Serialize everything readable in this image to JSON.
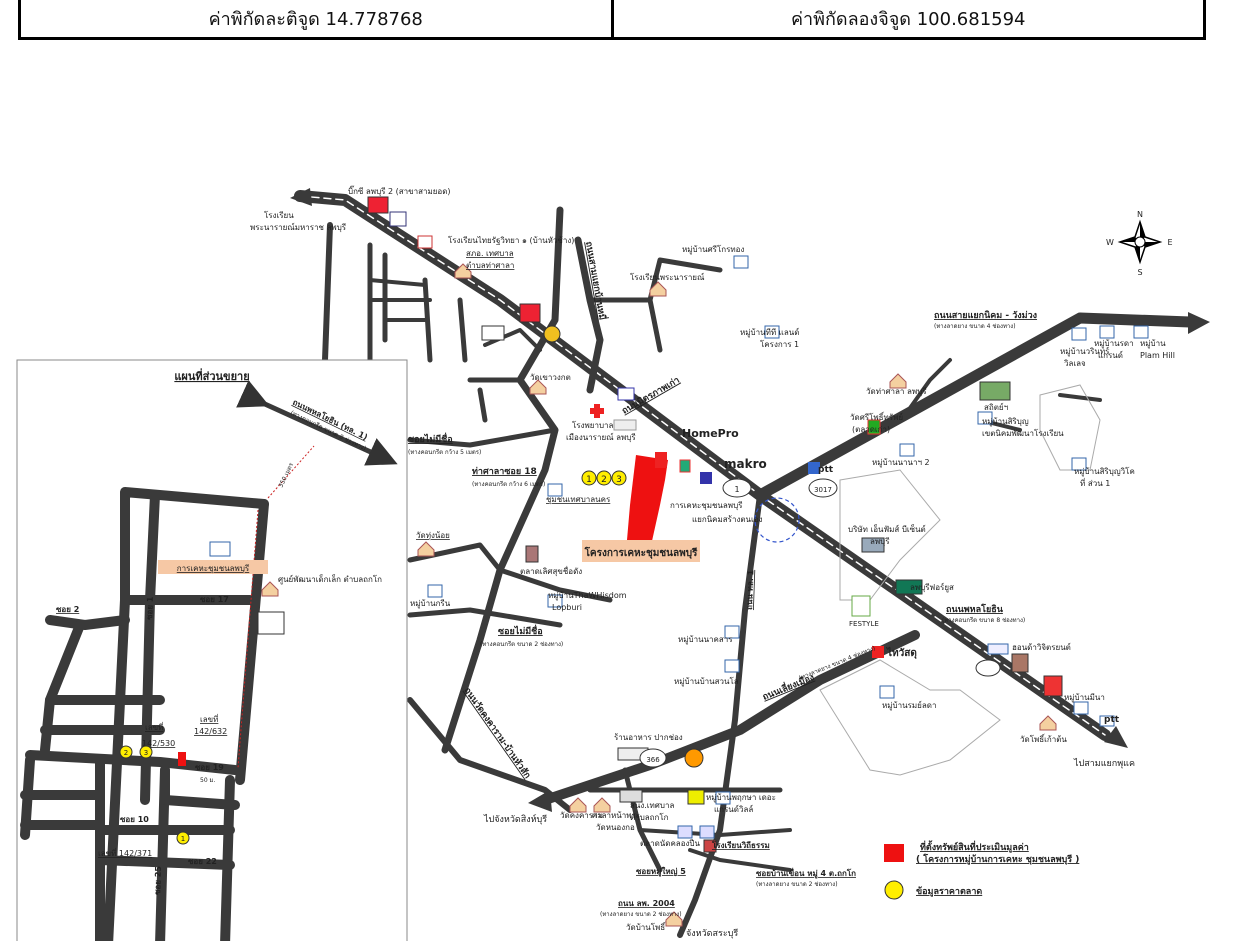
{
  "coords": {
    "lat": "ค่าพิกัดละติจูด 14.778768",
    "lon": "ค่าพิกัดลองจิจูด 100.681594"
  },
  "compass": {
    "n": "N",
    "s": "S",
    "e": "E",
    "w": "W"
  },
  "inset": {
    "title": "แผนที่ส่วนขยาย",
    "road_name": "ถนนพหลโยธิน (ทล. 1)",
    "road_sub": "(ทางคอนกรีต ขนาด 8 ช่องทาง)",
    "dist_long": "350 เมตร",
    "project": "การเคหะชุมชนลพบุรี",
    "center": "ศูนย์พัฒนาเด็กเล็ก ตำบลถกโก",
    "soi2": "ซอย 2",
    "soi1": "ซอย 1",
    "soi17": "ซอย 17",
    "soi19": "ซอย 19",
    "soi10": "ซอย 10",
    "soi22": "ซอย 22",
    "soi25": "ซอย 25",
    "no1": "เลขที่",
    "no1_val": "142/530",
    "no2": "เลขที่",
    "no2_val": "142/632",
    "no3": "เลขที่ 142/371",
    "dist_short": "50 ม."
  },
  "labels": {
    "bigc": "บิ๊กซี ลพบุรี 2 (สาขาสามยอด)",
    "school1": "โรงเรียน",
    "school1b": "พระนารายณ์มหาราช ลพบุรี",
    "school2": "โรงเรียนไทยรัฐวิทยา ๑ (บ้านหัวช้าง)",
    "police": "สภอ. เทศบาล",
    "police2": "ตำบลท่าศาลา",
    "school3": "โรงเรียนพระนารายณ์",
    "vill_sri": "หมู่บ้านศรีโกรทอง",
    "vill_tt": "หมู่บ้านทีที แลนด์",
    "vill_tt2": "โครงการ 1",
    "road_mithraphap": "ถนนมิตรภาพเก่า",
    "road_sakae": "ถนนสามแยกบ้านหมี่",
    "wat_khao": "วัดเขาวงกต",
    "soi_no_name": "ซอยไม่มีชื่อ",
    "soi_no_name_sub": "(ทางคอนกรีต กว้าง 5 เมตร)",
    "hospital": "โรงพยาบาล",
    "hospital2": "เมืองนารายณ์ ลพบุรี",
    "thasala": "ท่าศาลาซอย 18",
    "thasala_sub": "(ทางคอนกรีต กว้าง 6 เมตร)",
    "vill_chum": "ชุมชนเทศบาลนคร",
    "housing": "การเคหะชุมชนลพบุรี",
    "intersection": "แยกนิคมสร้างตนเอง",
    "project_main": "โครงการเคหะชุมชนลพบุรี",
    "wat_tungnoi": "วัดทุ่งน้อย",
    "vill_k": "หมู่บ้านกรีน",
    "market": "ตลาดเลิศสุขชื่อดัง",
    "vill_tha": "หมู่บ้านThaWHisdom",
    "vill_tha2": "Lopburi",
    "soi_no_name2": "ซอยไม่มีชื่อ",
    "soi_no_name2_sub": "(ทางคอนกรีต ขนาด 2 ช่องทาง)",
    "road_nikhom": "ถนนสายแยกนิคม - วังม่วง",
    "road_nikhom_sub": "(ทางลาดยาง ขนาด 4 ช่องทาง)",
    "vill_thai": "หมู่บ้านวรินทร์",
    "vill_thai2": "วิลเลจ",
    "vill_ladda": "หมู่บ้านรดา",
    "vill_ladda2": "แกรนด์",
    "vill_plam": "หมู่บ้าน",
    "vill_plam2": "Plam Hill",
    "wat_tha": "วัดท่าศาลา ลพบุรี",
    "vill_sri2": "วัดศรีโพธิ์ทรัพย์",
    "vill_sri2b": "(ตลาดเก่า)",
    "vill_prem": "สถิตย์ฯ",
    "vill_prem2": "หมู่บ้านสิริบุญ",
    "vill_prem3": "เขตนิคมพัฒนาโรงเรียน",
    "vill_nana": "หมู่บ้านนานาฯ 2",
    "vill_suksi": "หมู่บ้านสิริบุญวิโค",
    "vill_suksi2": "ที่ ส่วน 1",
    "company": "บริษัท เอ็นฟัมส์ บีเซ็นต์",
    "company2": "ลพบุรี",
    "lopburi_shop": "ลพบุรีฟอร์ยูส",
    "road_phahon": "ถนนพหลโยธิน",
    "road_phahon_sub": "(ทางคอนกรีต ขนาด 8 ช่องทาง)",
    "thaiwatsadu": "ไทวัสดุ",
    "festyle": "FESTYLE",
    "honda": "ฮอนด้าวิจิตรยนต์",
    "vill_min": "หมู่บ้านมีนา",
    "vill_rom": "หมู่บ้านรมย์ลดา",
    "vill_naksa": "หมู่บ้านนาคสาร",
    "vill_naksa2": "หมู่บ้านบ้านสวนโล",
    "wat_phanom": "วัดโพธิ์เก้าต้น",
    "to_saraburi": "ไปสามแยกพุแค",
    "road_wat": "ถนนวัดคงคาราม-บ้านหัวสัก",
    "road_lamnarai": "ถนนเลี่ยงเมือง",
    "road_lamnarai_sub": "(ทางลาดยาง ขนาด 4 ช่องทาง)",
    "road_1hwy": "ถนน ทล. 1",
    "restaurant": "ร้านอาหาร ปากช่อง",
    "to_singburi": "ไปจังหวัดสิงห์บุรี",
    "wat_kham": "วัดคงคาราม",
    "wat_kham2": "วัดหนองกอ",
    "temple2": "ศาลาหน้าพระ",
    "tambon": "สนง.เทศบาล",
    "tambon2": "ตำบลถกโก",
    "vill_pha": "หมู่บ้านพฤกษา เดอะ",
    "vill_pha2": "แกรนด์วิลล์",
    "market2": "ตลาดนัดคลองปีน",
    "school4": "โรงเรียนวิถีธรรม",
    "soi_yai": "ซอยหมู่ใหญ่ 5",
    "soi_nam": "ซอยบ้านเขื่อน หมู่ 4 ต.ถกโก",
    "soi_nam_sub": "(ทางลาดยาง ขนาด 2 ช่องทาง)",
    "road_lop": "ถนน ลพ. 2004",
    "road_lop_sub": "(ทางลาดยาง ขนาด 2 ช่องทาง)",
    "wat_bottom": "วัดบ้านโพธิ์",
    "to_saraburi2": "จังหวัดสระบุรี",
    "homepro": "HomePro",
    "makro": "makro",
    "ptt": "ptt",
    "legend1": "ที่ตั้งทรัพย์สินที่ประเมินมูลค่า",
    "legend1b": "( โครงการหมู่บ้านการเคหะ ชุมชนลพบุรี )",
    "legend2": "ข้อมูลราคาตลาด",
    "n1": "1",
    "n2": "2",
    "n3": "3",
    "rt1": "1",
    "rt3017": "3017",
    "rt366": "366"
  },
  "colors": {
    "road": "#3a3a3a",
    "subject": "#ee1111",
    "market": "#ffee00",
    "highlight": "#f6c8a5"
  }
}
